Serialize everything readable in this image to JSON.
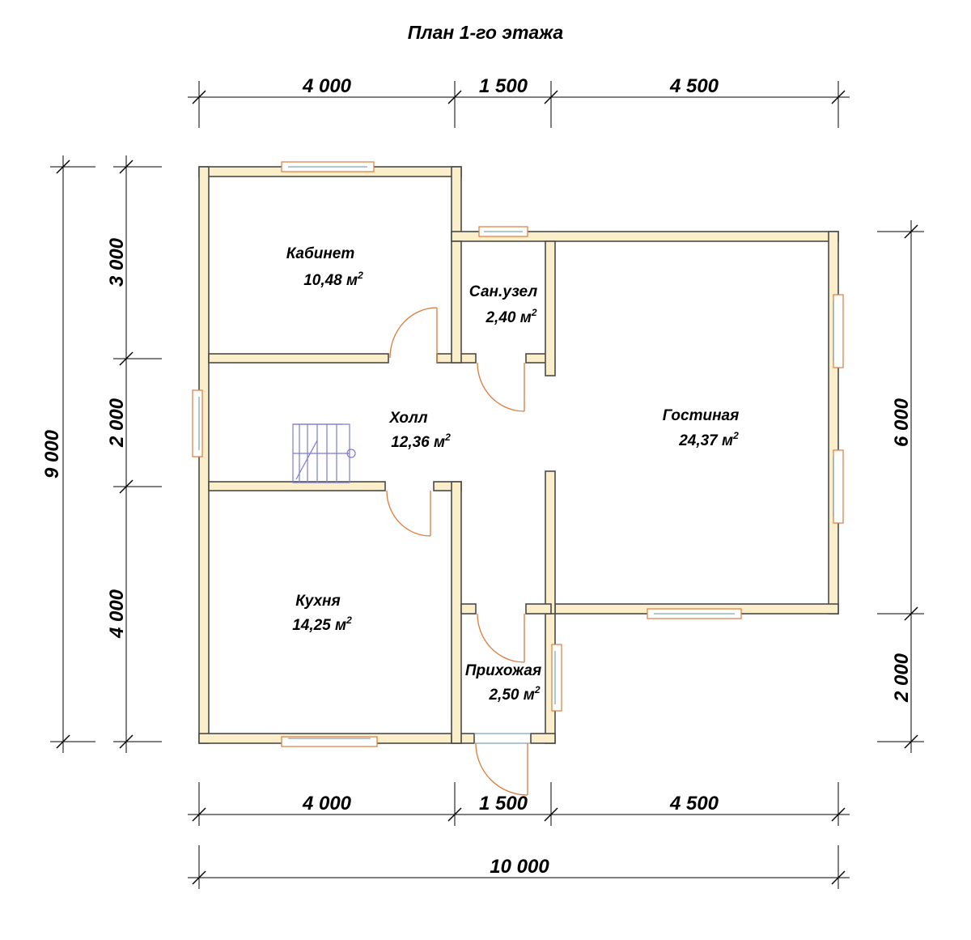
{
  "title": "План 1-го этажа",
  "dimensions": {
    "top": [
      "4 000",
      "1 500",
      "4 500"
    ],
    "bottom": [
      "4 000",
      "1 500",
      "4 500"
    ],
    "total_width": "10 000",
    "left_outer": "9 000",
    "left": [
      "3 000",
      "2 000",
      "4 000"
    ],
    "right": [
      "6 000",
      "2 000"
    ]
  },
  "rooms": {
    "cabinet": {
      "name": "Кабинет",
      "area": "10,48 м",
      "unit_sup": "2"
    },
    "bath": {
      "name": "Сан.узел",
      "area": "2,40 м",
      "unit_sup": "2"
    },
    "hall": {
      "name": "Холл",
      "area": "12,36 м",
      "unit_sup": "2"
    },
    "living": {
      "name": "Гостиная",
      "area": "24,37 м",
      "unit_sup": "2"
    },
    "kitchen": {
      "name": "Кухня",
      "area": "14,25 м",
      "unit_sup": "2"
    },
    "entry": {
      "name": "Прихожая",
      "area": "2,50 м",
      "unit_sup": "2"
    }
  },
  "colors": {
    "wall_fill": "#fbeecb",
    "window_frame": "#e07a3a",
    "stairs": "#7b7bd6"
  }
}
